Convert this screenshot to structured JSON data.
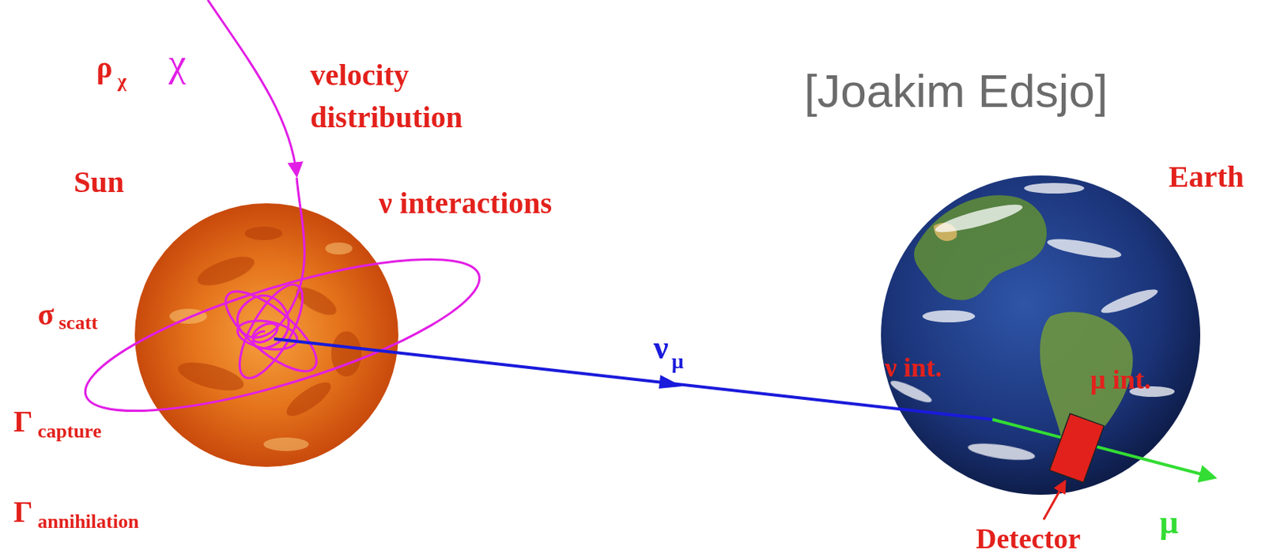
{
  "diagram": {
    "labels": [
      "ρ",
      "χ",
      "χ",
      "velocity distribution",
      "Sun",
      "ν interactions",
      "σ",
      "scatt",
      "Γ",
      "capture",
      "Γ",
      "annihilation",
      "[Joakim Edsjo]",
      "Earth",
      "ν",
      "μ",
      "ν int.",
      "μ int.",
      "Detector",
      "μ"
    ]
  }
}
